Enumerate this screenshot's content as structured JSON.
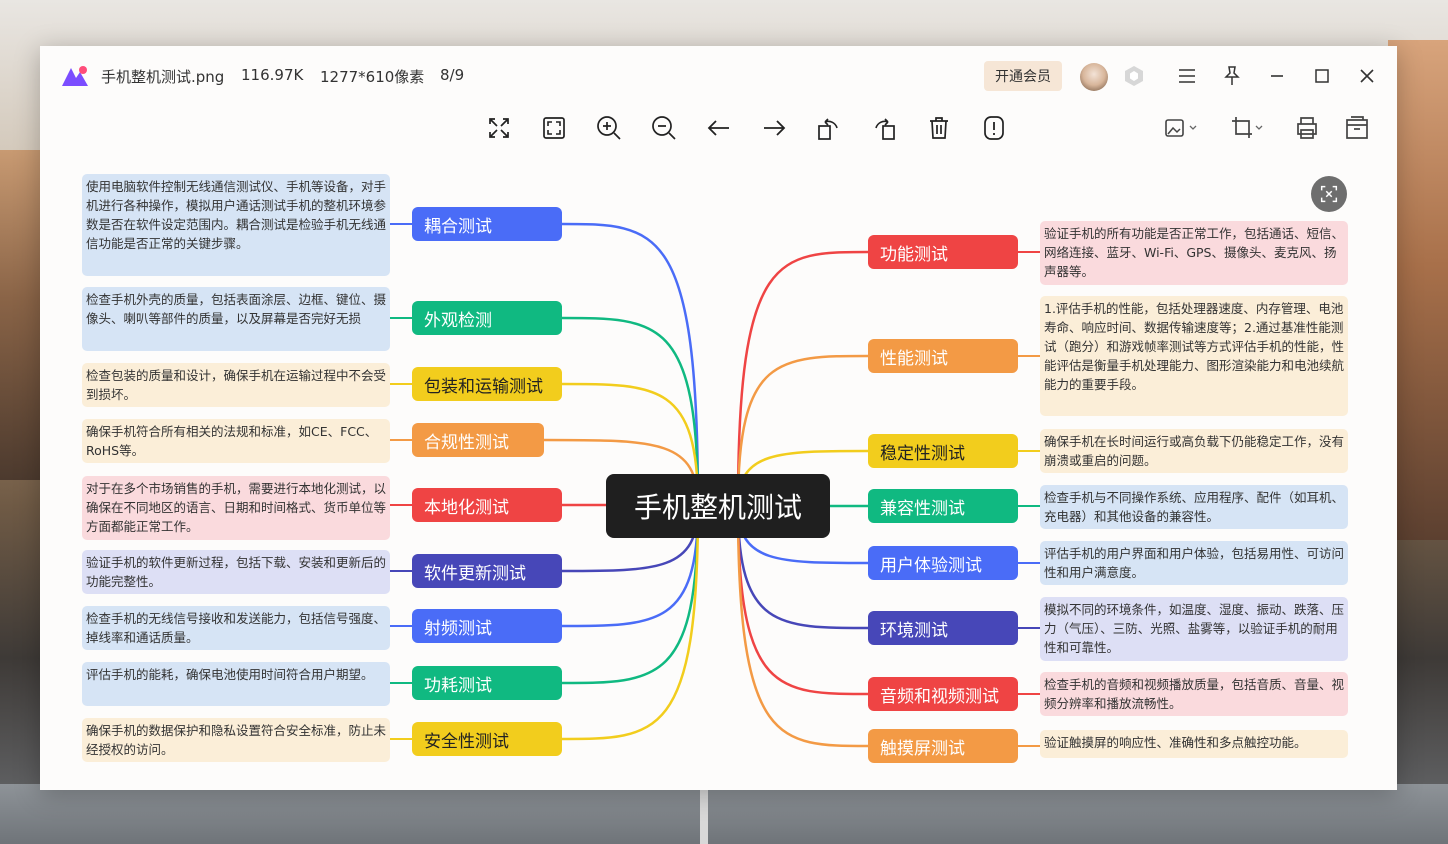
{
  "window": {
    "file_name": "手机整机测试.png",
    "file_size": "116.97K",
    "dimensions": "1277*610像素",
    "page_index": "8/9",
    "vip_button": "开通会员"
  },
  "toolbar": {
    "icons": [
      "fullscreen-icon",
      "fit-window-icon",
      "zoom-in-icon",
      "zoom-out-icon",
      "previous-icon",
      "next-icon",
      "rotate-left-icon",
      "rotate-right-icon",
      "delete-icon",
      "info-icon",
      "edit-image-icon",
      "crop-icon",
      "print-icon",
      "save-icon"
    ]
  },
  "mindmap": {
    "center": "手机整机测试",
    "left": [
      {
        "label": "耦合测试",
        "color": "#4a6cf7",
        "desc": "使用电脑软件控制无线通信测试仪、手机等设备，对手机进行各种操作，模拟用户通话测试手机的整机环境参数是否在软件设定范围内。耦合测试是检验手机无线通信功能是否正常的关键步骤。",
        "desc_bg": "#d6e4f5"
      },
      {
        "label": "外观检测",
        "color": "#10b981",
        "desc": "检查手机外壳的质量，包括表面涂层、边框、键位、摄像头、喇叭等部件的质量，以及屏幕是否完好无损",
        "desc_bg": "#d6e4f5"
      },
      {
        "label": "包装和运输测试",
        "color": "#f2cd1d",
        "desc": "检查包装的质量和设计，确保手机在运输过程中不会受到损坏。",
        "desc_bg": "#fbeed8"
      },
      {
        "label": "合规性测试",
        "color": "#f39a45",
        "desc": "确保手机符合所有相关的法规和标准，如CE、FCC、RoHS等。",
        "desc_bg": "#fbeed8"
      },
      {
        "label": "本地化测试",
        "color": "#ef4444",
        "desc": "对于在多个市场销售的手机，需要进行本地化测试，以确保在不同地区的语言、日期和时间格式、货币单位等方面都能正常工作。",
        "desc_bg": "#fadadd"
      },
      {
        "label": "软件更新测试",
        "color": "#4747b8",
        "desc": "验证手机的软件更新过程，包括下载、安装和更新后的功能完整性。",
        "desc_bg": "#dddff5"
      },
      {
        "label": "射频测试",
        "color": "#4a6cf7",
        "desc": "检查手机的无线信号接收和发送能力，包括信号强度、掉线率和通话质量。",
        "desc_bg": "#d6e4f5"
      },
      {
        "label": "功耗测试",
        "color": "#10b981",
        "desc": "评估手机的能耗，确保电池使用时间符合用户期望。",
        "desc_bg": "#d6e4f5"
      },
      {
        "label": "安全性测试",
        "color": "#f2cd1d",
        "desc": "确保手机的数据保护和隐私设置符合安全标准，防止未经授权的访问。",
        "desc_bg": "#fbeed8"
      }
    ],
    "right": [
      {
        "label": "功能测试",
        "color": "#ef4444",
        "desc": "验证手机的所有功能是否正常工作，包括通话、短信、网络连接、蓝牙、Wi-Fi、GPS、摄像头、麦克风、扬声器等。",
        "desc_bg": "#fadadd"
      },
      {
        "label": "性能测试",
        "color": "#f39a45",
        "desc": "1.评估手机的性能，包括处理器速度、内存管理、电池寿命、响应时间、数据传输速度等；2.通过基准性能测试（跑分）和游戏帧率测试等方式评估手机的性能，性能评估是衡量手机处理能力、图形渲染能力和电池续航能力的重要手段。",
        "desc_bg": "#fbeed8"
      },
      {
        "label": "稳定性测试",
        "color": "#f2cd1d",
        "desc": "确保手机在长时间运行或高负载下仍能稳定工作，没有崩溃或重启的问题。",
        "desc_bg": "#fbeed8"
      },
      {
        "label": "兼容性测试",
        "color": "#10b981",
        "desc": "检查手机与不同操作系统、应用程序、配件（如耳机、充电器）和其他设备的兼容性。",
        "desc_bg": "#d6e4f5"
      },
      {
        "label": "用户体验测试",
        "color": "#4a6cf7",
        "desc": "评估手机的用户界面和用户体验，包括易用性、可访问性和用户满意度。",
        "desc_bg": "#d6e4f5"
      },
      {
        "label": "环境测试",
        "color": "#4747b8",
        "desc": "模拟不同的环境条件，如温度、湿度、振动、跌落、压力（气压）、三防、光照、盐雾等，以验证手机的耐用性和可靠性。",
        "desc_bg": "#dddff5"
      },
      {
        "label": "音频和视频测试",
        "color": "#ef4444",
        "desc": "检查手机的音频和视频播放质量，包括音质、音量、视频分辨率和播放流畅性。",
        "desc_bg": "#fadadd"
      },
      {
        "label": "触摸屏测试",
        "color": "#f39a45",
        "desc": "验证触摸屏的响应性、准确性和多点触控功能。",
        "desc_bg": "#fbeed8"
      }
    ]
  }
}
